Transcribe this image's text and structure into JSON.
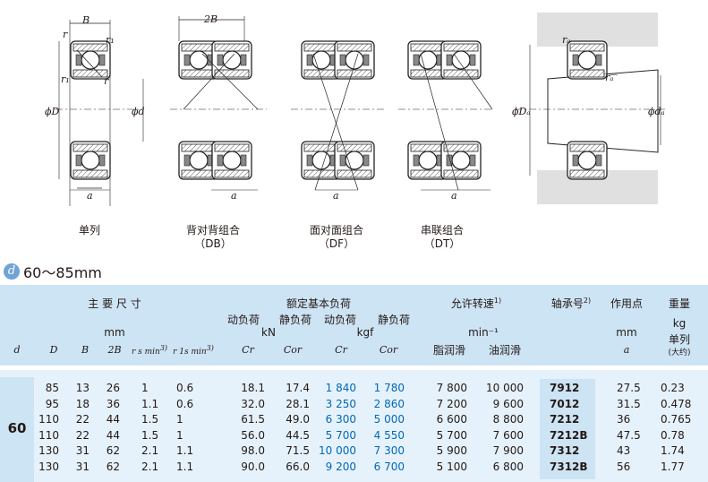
{
  "captions": {
    "single": "单列",
    "db": "背对背组合",
    "db_code": "（DB）",
    "df": "面对面组合",
    "df_code": "（DF）",
    "dt": "串联组合",
    "dt_code": "（DT）"
  },
  "diagram_labels": {
    "B": "B",
    "r": "r",
    "r1": "r₁",
    "phiD": "ϕD",
    "phid": "ϕd",
    "a": "a",
    "twoB": "2B",
    "ra": "rₐ",
    "phiDa": "ϕDₐ",
    "phida": "ϕdₐ"
  },
  "range": {
    "symbol": "d",
    "text": "60～85mm"
  },
  "table": {
    "groups": {
      "main_dims": "主 要 尺 寸",
      "load_ratings": "额定基本负荷",
      "speed": "允许转速",
      "speed_note": "1)",
      "bearing_no": "轴承号",
      "bearing_note": "2)",
      "load_point": "作用点",
      "weight": "重量"
    },
    "sub": {
      "dyn1": "动负荷",
      "sta1": "静负荷",
      "dyn2": "动负荷",
      "sta2": "静负荷",
      "kN": "kN",
      "kgf": "kgf",
      "mm": "mm",
      "min": "min⁻¹",
      "mm2": "mm",
      "kg": "kg",
      "single": "单列",
      "approx": "(大约)",
      "grease": "脂润滑",
      "oil": "油润滑"
    },
    "symbols": {
      "d": "d",
      "D": "D",
      "B": "B",
      "twoB": "2B",
      "rs": "r s min",
      "rs_note": "3)",
      "r1s": "r 1s min",
      "r1s_note": "3)",
      "Cr": "Cr",
      "Cor": "Cor",
      "Cr2": "Cr",
      "Cor2": "Cor",
      "a": "a"
    },
    "d_value": "60",
    "rows": [
      {
        "D": "85",
        "B": "13",
        "twoB": "26",
        "rs": "1",
        "r1s": "0.6",
        "Cr": "18.1",
        "Cor": "17.4",
        "Cr_kgf": "1 840",
        "Cor_kgf": "1 780",
        "grease": "7 800",
        "oil": "10 000",
        "bearing": "7912",
        "a": "27.5",
        "weight": "0.23"
      },
      {
        "D": "95",
        "B": "18",
        "twoB": "36",
        "rs": "1.1",
        "r1s": "0.6",
        "Cr": "32.0",
        "Cor": "28.1",
        "Cr_kgf": "3 250",
        "Cor_kgf": "2 860",
        "grease": "7 200",
        "oil": "9 600",
        "bearing": "7012",
        "a": "31.5",
        "weight": "0.478"
      },
      {
        "D": "110",
        "B": "22",
        "twoB": "44",
        "rs": "1.5",
        "r1s": "1",
        "Cr": "61.5",
        "Cor": "49.0",
        "Cr_kgf": "6 300",
        "Cor_kgf": "5 000",
        "grease": "6 600",
        "oil": "8 800",
        "bearing": "7212",
        "a": "36",
        "weight": "0.765"
      },
      {
        "D": "110",
        "B": "22",
        "twoB": "44",
        "rs": "1.5",
        "r1s": "1",
        "Cr": "56.0",
        "Cor": "44.5",
        "Cr_kgf": "5 700",
        "Cor_kgf": "4 550",
        "grease": "5 700",
        "oil": "7 600",
        "bearing": "7212B",
        "a": "47.5",
        "weight": "0.78"
      },
      {
        "D": "130",
        "B": "31",
        "twoB": "62",
        "rs": "2.1",
        "r1s": "1.1",
        "Cr": "98.0",
        "Cor": "71.5",
        "Cr_kgf": "10 000",
        "Cor_kgf": "7 300",
        "grease": "5 900",
        "oil": "7 900",
        "bearing": "7312",
        "a": "43",
        "weight": "1.74"
      },
      {
        "D": "130",
        "B": "31",
        "twoB": "62",
        "rs": "2.1",
        "r1s": "1.1",
        "Cr": "90.0",
        "Cor": "66.0",
        "Cr_kgf": "9 200",
        "Cor_kgf": "6 700",
        "grease": "5 100",
        "oil": "6 800",
        "bearing": "7312B",
        "a": "56",
        "weight": "1.77"
      }
    ]
  }
}
